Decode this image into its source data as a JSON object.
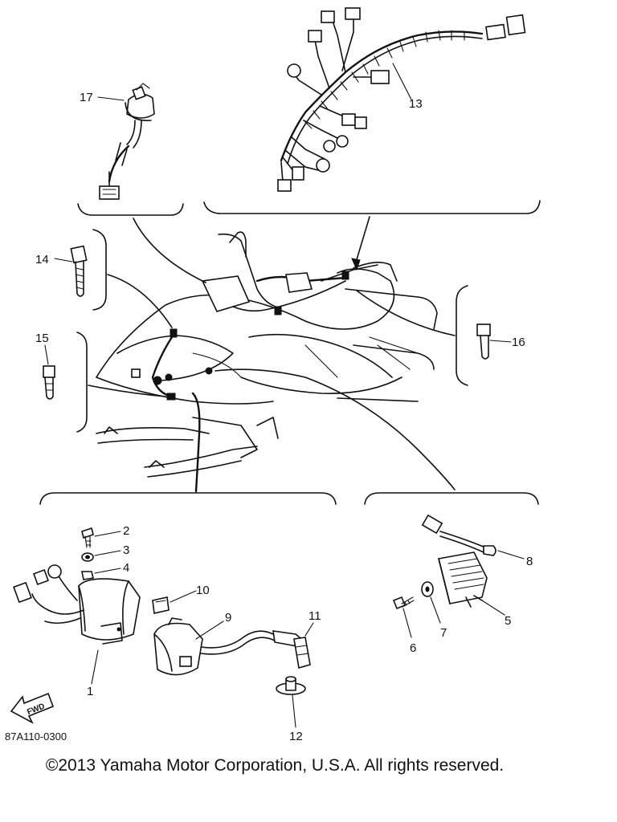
{
  "diagram": {
    "drawing_code": "87A110-0300",
    "fwd_label": "FWD",
    "parts": [
      {
        "id": "p1",
        "label": "1"
      },
      {
        "id": "p2",
        "label": "2"
      },
      {
        "id": "p3",
        "label": "3"
      },
      {
        "id": "p4",
        "label": "4"
      },
      {
        "id": "p5",
        "label": "5"
      },
      {
        "id": "p6",
        "label": "6"
      },
      {
        "id": "p7",
        "label": "7"
      },
      {
        "id": "p8",
        "label": "8"
      },
      {
        "id": "p9",
        "label": "9"
      },
      {
        "id": "p10",
        "label": "10"
      },
      {
        "id": "p11",
        "label": "11"
      },
      {
        "id": "p12",
        "label": "12"
      },
      {
        "id": "p13",
        "label": "13"
      },
      {
        "id": "p14",
        "label": "14"
      },
      {
        "id": "p15",
        "label": "15"
      },
      {
        "id": "p16",
        "label": "16"
      },
      {
        "id": "p17",
        "label": "17"
      }
    ]
  },
  "footer": {
    "copyright": "©2013 Yamaha Motor Corporation, U.S.A. All rights reserved."
  }
}
